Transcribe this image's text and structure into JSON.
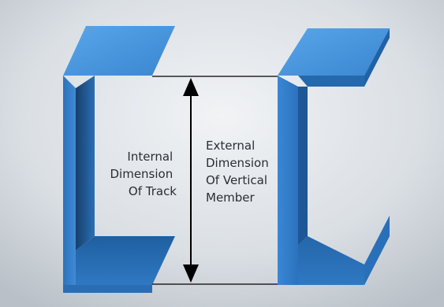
{
  "labels": {
    "internal": [
      "Internal",
      "Dimension",
      "Of Track"
    ],
    "external": [
      "External",
      "Dimension",
      "Of Vertical",
      "Member"
    ]
  },
  "colors": {
    "background_light": "#f1f3f5",
    "background_dark": "#b9c0c7",
    "channel_blue": "#3a86d0",
    "channel_blue_light": "#5aa0e4",
    "channel_blue_dark": "#1f5fa0",
    "arrow": "#000000",
    "text": "#2a2e33"
  }
}
